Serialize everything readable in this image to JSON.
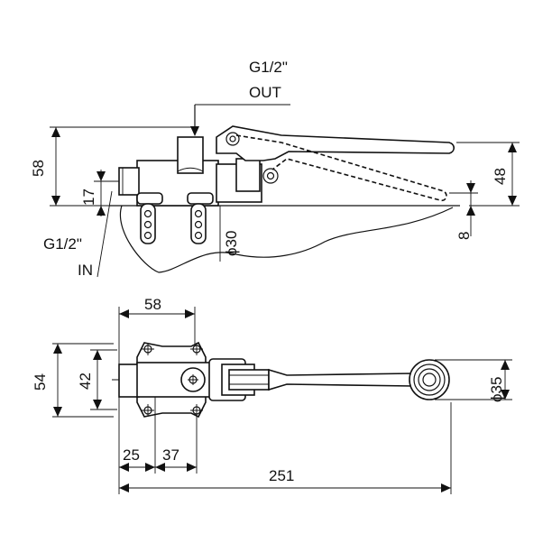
{
  "labels": {
    "outlet_thread": "G1/2\"",
    "outlet_word": "OUT",
    "inlet_thread": "G1/2\"",
    "inlet_word": "IN"
  },
  "dimensions": {
    "side_height_total": "58",
    "side_height_inlet": "17",
    "pedal_height": "48",
    "pedal_min_height": "8",
    "hole_diameter": "ϕ30",
    "top_body_length": "58",
    "top_width_outer": "54",
    "top_width_inner": "42",
    "top_offset_inlet": "25",
    "top_offset_body": "37",
    "top_total_length": "251",
    "pedal_diameter": "ϕ35"
  }
}
